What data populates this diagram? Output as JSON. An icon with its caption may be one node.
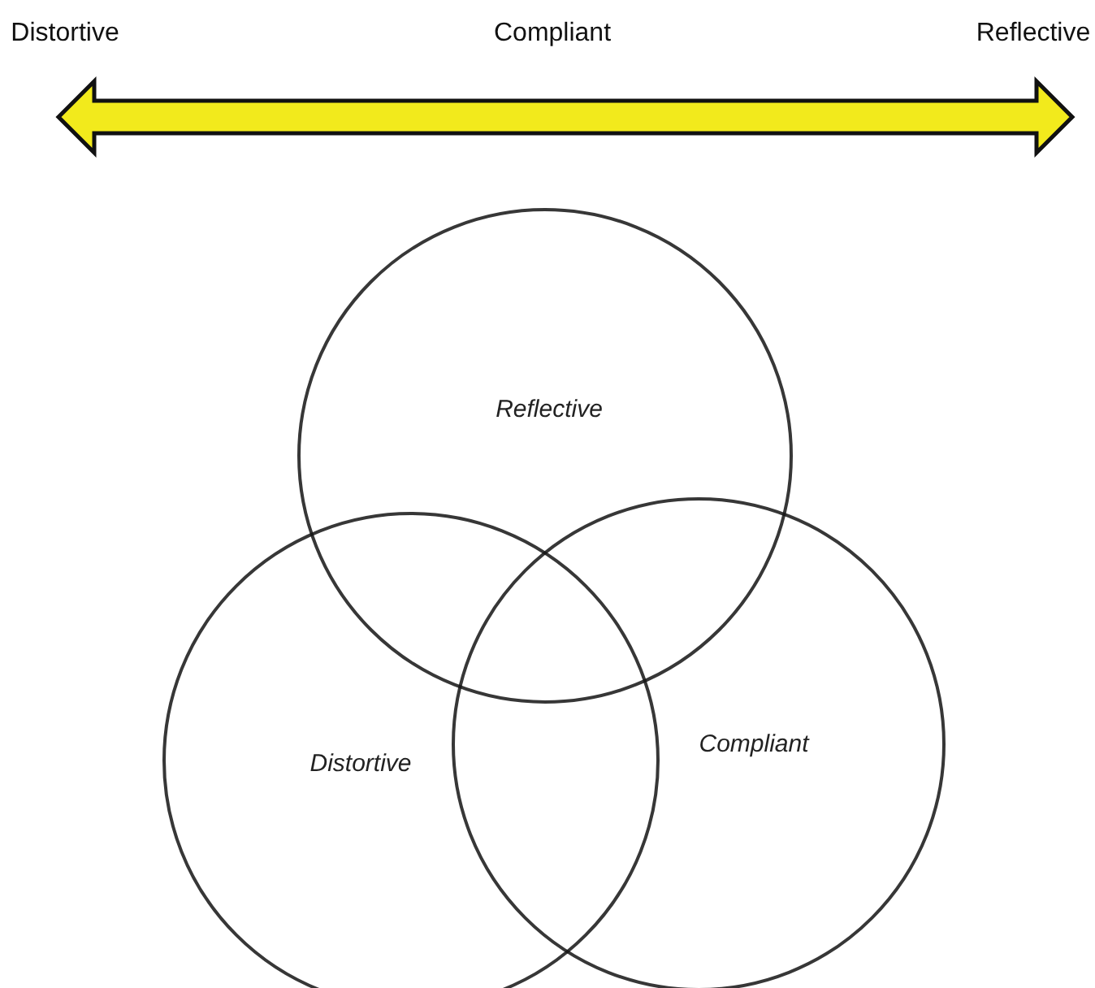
{
  "diagram": {
    "nodes": [
      {
        "text": [
          "Reflective"
        ]
      },
      {
        "text": [
          "Distortive"
        ]
      },
      {
        "text": [
          "Compliant"
        ]
      }
    ],
    "edges": [],
    "labels": [
      "Distortive",
      "Compliant",
      "Reflective"
    ]
  }
}
